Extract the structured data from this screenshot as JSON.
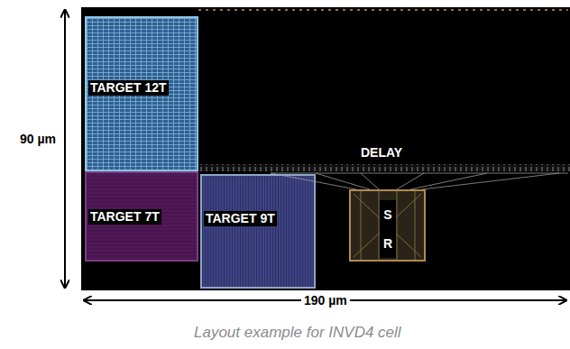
{
  "diagram": {
    "caption": "Layout example for INVD4 cell",
    "nodes": [
      {
        "text": [
          "TARGET 12T"
        ]
      },
      {
        "text": [
          "TARGET 7T"
        ]
      },
      {
        "text": [
          "TARGET 9T"
        ]
      },
      {
        "text": [
          "S R"
        ]
      }
    ],
    "labels": [
      "DELAY",
      "90 µm",
      "190 µm"
    ]
  }
}
